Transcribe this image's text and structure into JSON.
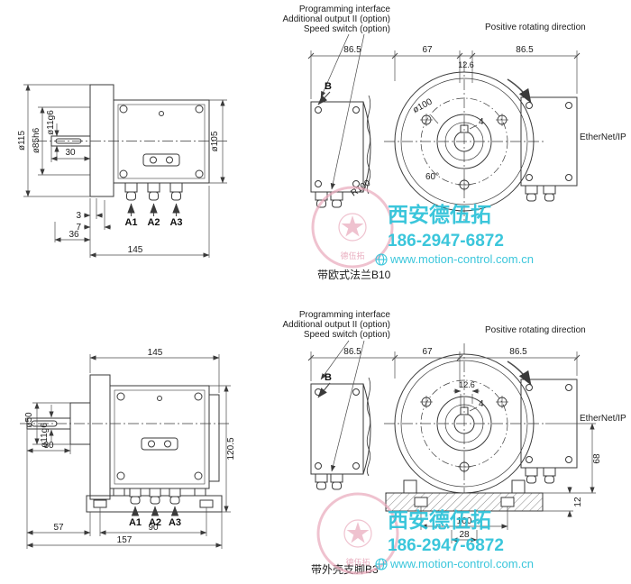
{
  "watermark": {
    "company": "西安德伍拓",
    "phone": "186-2947-6872",
    "website": "www.motion-control.com.cn",
    "stamp": "德伍拓",
    "accent_color": "#2bc2d9",
    "stamp_color": "#e9a9bb"
  },
  "callouts": {
    "programming_interface": "Programming interface",
    "additional_output": "Additional output II (option)",
    "speed_switch": "Speed switch (option)",
    "positive_rotating_direction": "Positive rotating direction",
    "ethernet": "EtherNet/IP",
    "section_b": "B"
  },
  "b10": {
    "caption": "带欧式法兰B10",
    "dims": {
      "flange_dia": "ø115",
      "spigot_dia": "ø85h6",
      "shaft_dia": "ø11g6",
      "body_dia": "ø105",
      "shaft_len": "30",
      "dim3": "3",
      "dim7": "7",
      "dim36": "36",
      "total_len": "145",
      "w_left": "86.5",
      "w_mid": "67",
      "w_key": "12.6",
      "w_right": "86.5",
      "bolt_circle": "ø100",
      "key_w": "4",
      "radius": "R100",
      "angle": "60°",
      "a1": "A1",
      "a2": "A2",
      "a3": "A3"
    }
  },
  "b3": {
    "caption": "带外壳支脚B3",
    "dims": {
      "hub_dia": "ø50",
      "shaft_dia": "ø11g6",
      "shaft_len": "30",
      "body_len": "145",
      "height": "120.5",
      "d57": "57",
      "d90": "90",
      "total_len": "157",
      "w_left": "86.5",
      "w_mid": "67",
      "w_right": "86.5",
      "key_off": "12.6",
      "key_w": "4",
      "d68": "68",
      "d12": "12",
      "d100": "100",
      "d28": "28",
      "a1": "A1",
      "a2": "A2",
      "a3": "A3"
    }
  }
}
